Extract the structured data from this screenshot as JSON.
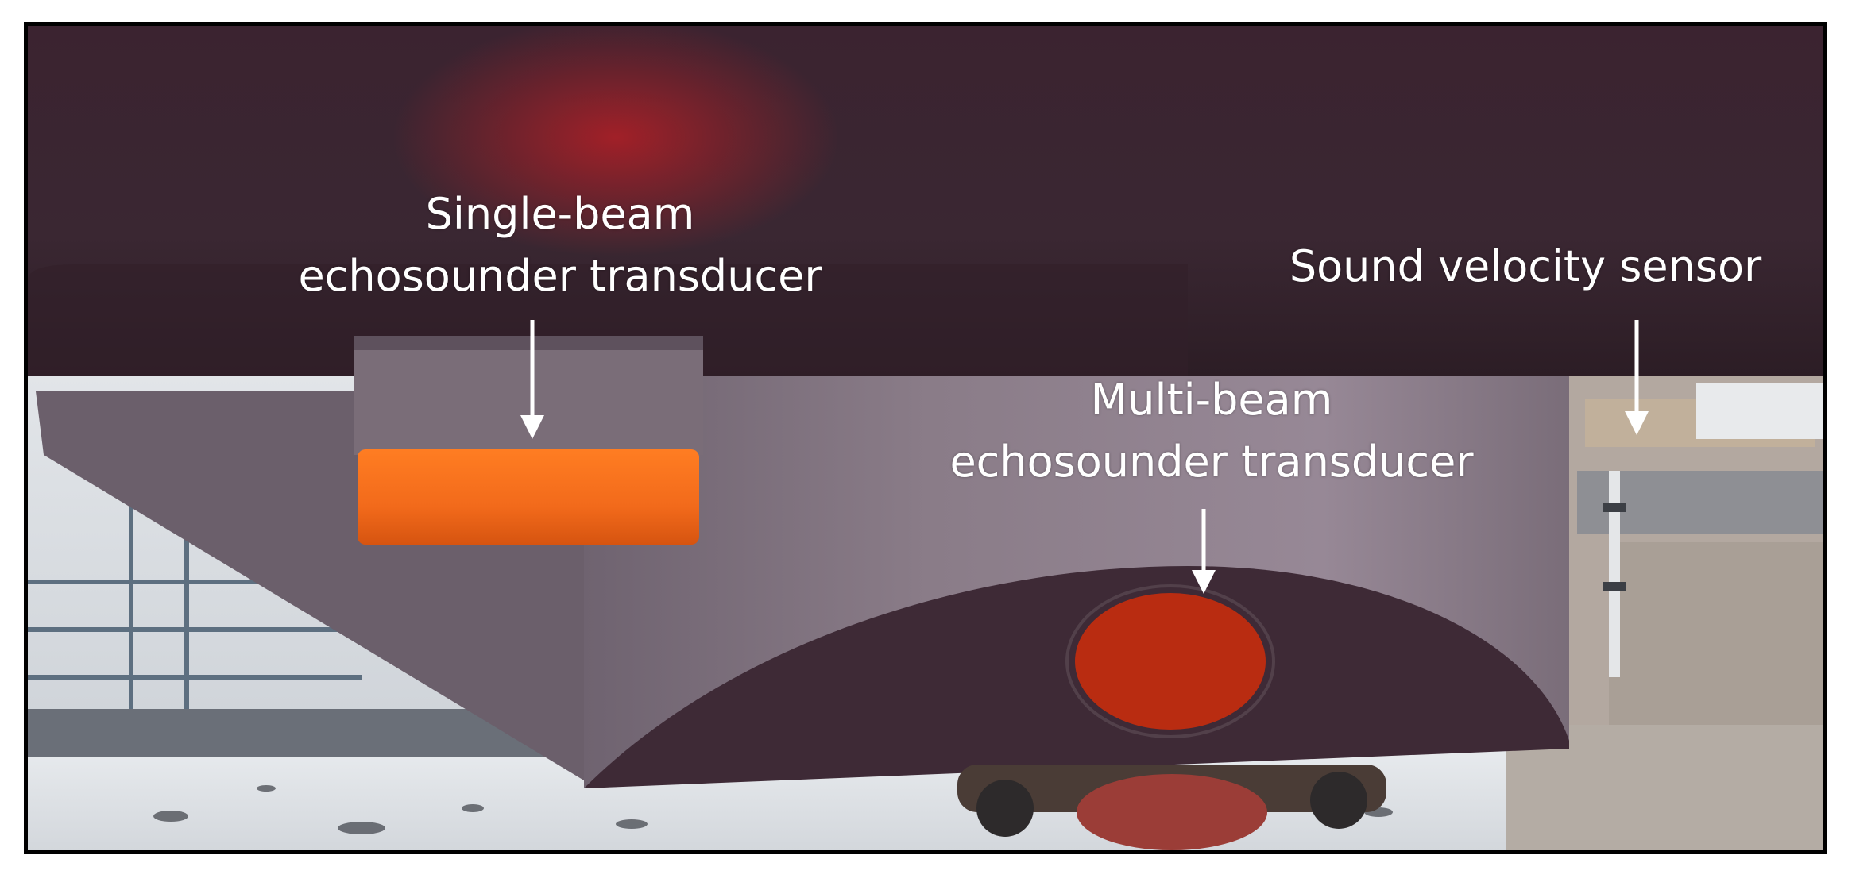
{
  "labels": {
    "single_beam": {
      "line1": "Single-beam",
      "line2": "echosounder transducer"
    },
    "multi_beam": {
      "line1": "Multi-beam",
      "line2": "echosounder transducer"
    },
    "sound_velocity": {
      "line1": "Sound velocity sensor"
    }
  },
  "colors": {
    "hull": "#3a2530",
    "fairing": "#7d6e79",
    "single_beam_transducer": "#f26a1b",
    "multi_beam_transducer": "#c42f12",
    "label_text": "#ffffff"
  }
}
